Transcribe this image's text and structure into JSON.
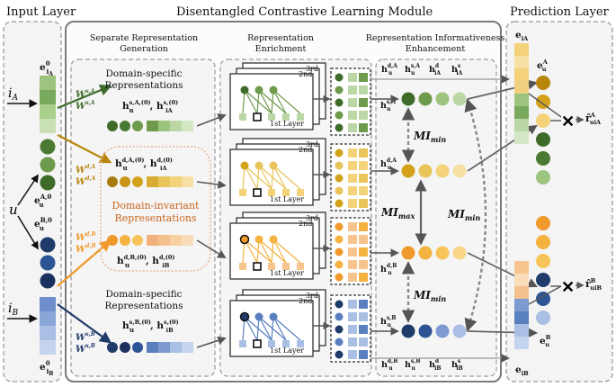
{
  "titles": {
    "input_layer": "Input Layer",
    "module": "Disentangled Contrastive Learning Module",
    "prediction_layer": "Prediction Layer"
  },
  "sections": {
    "separate_l1": "Separate Representation",
    "separate_l2": "Generation",
    "enrichment_l1": "Representation",
    "enrichment_l2": "Enrichment",
    "enhancement_l1": "Representation Informativeness",
    "enhancement_l2": "Enhancement"
  },
  "labels": {
    "domain_specific_l1": "Domain-specific",
    "domain_specific_l2": "Representations",
    "domain_invariant_l1": "Domain-invariant",
    "domain_invariant_l2": "Representations",
    "layer_3rd": "3rd",
    "layer_2nd": "2nd",
    "layer_1st": "1st Layer"
  },
  "math": {
    "i_A": "i_A",
    "i_B": "i_B",
    "u": "u",
    "e0_iA": "e⁰_iA",
    "eA0_u": "e^{A,0}_u",
    "eB0_u": "e^{B,0}_u",
    "e0_iB": "e⁰_iB",
    "W_sA": "W^{s,A}",
    "W_dA": "W^{d,A}",
    "W_dB": "W^{d,B}",
    "W_sB": "W^{s,B}",
    "h_sA0": "h^{s,A,(0)}_u , h^{s,(0)}_iA",
    "h_dA0": "h^{d,A,(0)}_u , h^{d,(0)}_iA",
    "h_dB0": "h^{d,B,(0)}_u , h^{d,(0)}_iB",
    "h_sB0": "h^{s,B,(0)}_u , h^{s,(0)}_iB",
    "mi_min": "MI_min",
    "mi_max": "MI_max",
    "r_A": "r̂^A_uiA",
    "r_B": "r̂^B_uiB",
    "eA_u": "e^A_u",
    "eB_u": "e^B_u",
    "e_iA": "e_iA",
    "e_iB": "e_iB"
  },
  "colors": {
    "green_dark": "#3f6b2a",
    "green_mid": "#6e9a4c",
    "green_light": "#bcd7a6",
    "gold": "#d2a21a",
    "gold_light": "#f3d27a",
    "orange": "#f0992b",
    "orange_light": "#f6c48c",
    "navy": "#1f3b6a",
    "blue_mid": "#5a7fbf",
    "blue_light": "#a9bfe3",
    "grey_arrow": "#555555"
  }
}
